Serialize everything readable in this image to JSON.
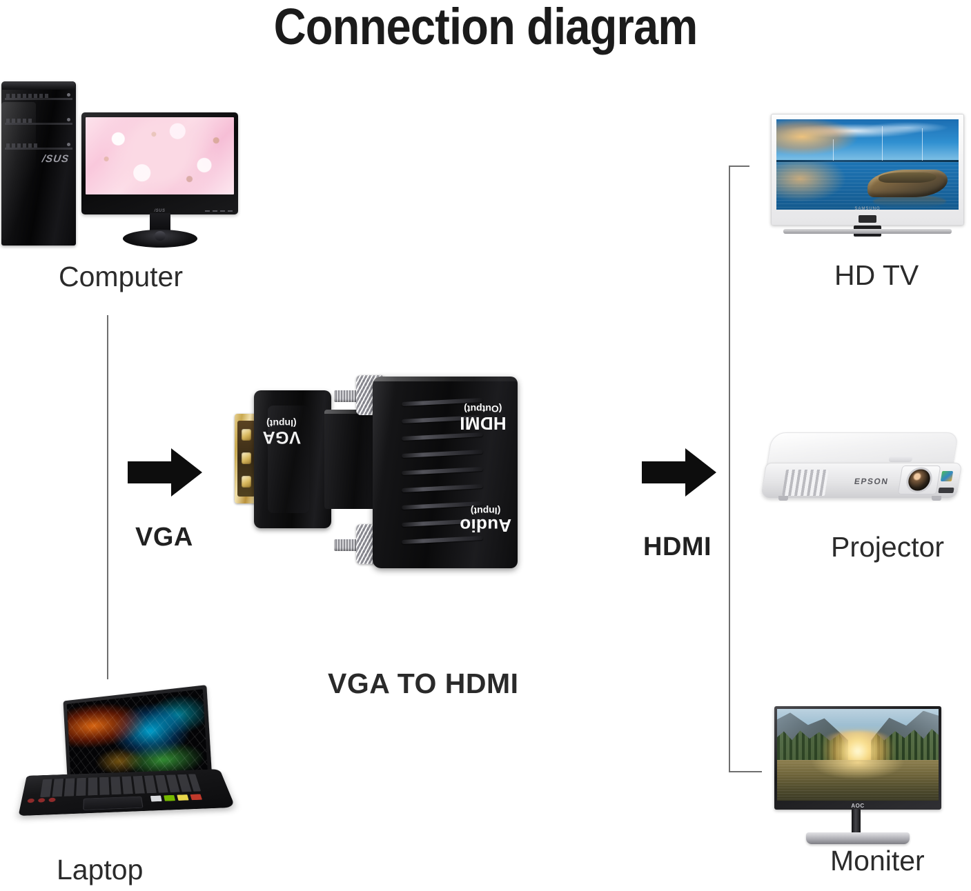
{
  "page": {
    "title": "Connection diagram",
    "background_color": "#ffffff"
  },
  "sources": [
    {
      "id": "computer",
      "label": "Computer",
      "device": "desktop-tower-and-monitor",
      "brand": "ASUS",
      "screen_content": "pink cherry blossom flowers"
    },
    {
      "id": "laptop",
      "label": "Laptop",
      "device": "laptop-computer",
      "screen_content": "abstract neon orange and cyan light streaks"
    }
  ],
  "adapter": {
    "name": "VGA TO HDMI",
    "caption": "VGA TO HDMI",
    "ports": [
      {
        "name": "VGA",
        "direction": "(Input)",
        "side": "left"
      },
      {
        "name": "HDMI",
        "direction": "(Output)",
        "side": "right"
      },
      {
        "name": "Audio",
        "direction": "(Input)",
        "side": "right"
      }
    ],
    "body_color": "#0b0b0c",
    "connector_color": "#c9a94f"
  },
  "signals": {
    "input": {
      "label": "VGA",
      "icon": "arrow-right-icon"
    },
    "output": {
      "label": "HDMI",
      "icon": "arrow-right-icon"
    }
  },
  "outputs": [
    {
      "id": "hdtv",
      "label": "HD TV",
      "device": "flat-screen-television",
      "screen_content": "wooden boat on calm blue water at sunset"
    },
    {
      "id": "projector",
      "label": "Projector",
      "device": "video-projector",
      "brand": "EPSON"
    },
    {
      "id": "monitor",
      "label": "Moniter",
      "device": "computer-monitor",
      "brand": "AOC",
      "screen_content": "mountain valley sunrise reflected in a lake"
    }
  ],
  "connectors": {
    "line_color": "#6e6e6e",
    "input_bus": "vertical line joining Computer and Laptop",
    "output_bus": "bracket joining HD TV, Projector and Moniter"
  }
}
